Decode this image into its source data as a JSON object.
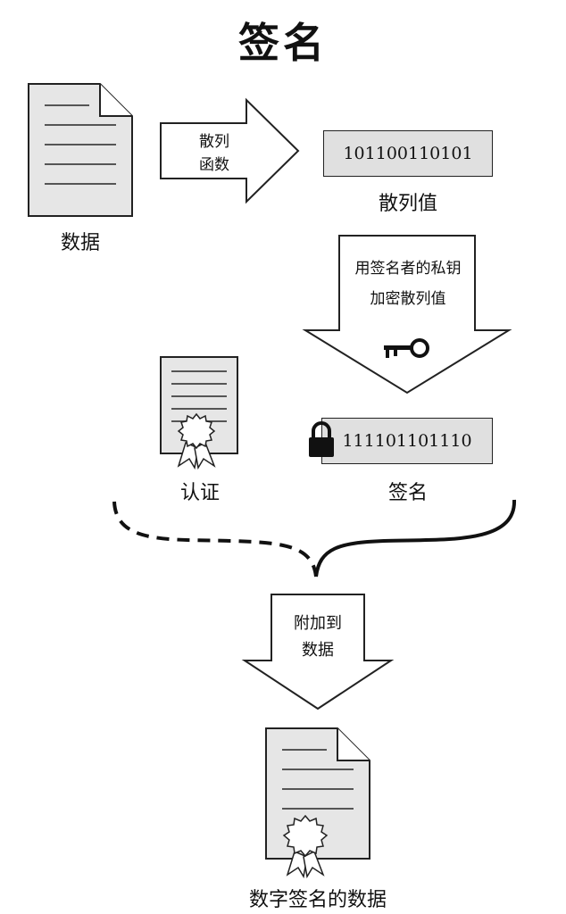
{
  "title": "签名",
  "data_label": "数据",
  "hash_function_label": "散列\n函数",
  "hash_value_bits": "101100110101",
  "hash_value_label": "散列值",
  "encrypt_step_label": "用签名者的私钥\n加密散列值",
  "signature_bits": "111101101110",
  "certificate_label": "认证",
  "signature_label": "签名",
  "attach_step_label": "附加到\n数据",
  "result_label": "数字签名的数据",
  "colors": {
    "box_fill": "#e0e0e0",
    "doc_fill": "#e6e6e6",
    "stroke": "#222222"
  }
}
